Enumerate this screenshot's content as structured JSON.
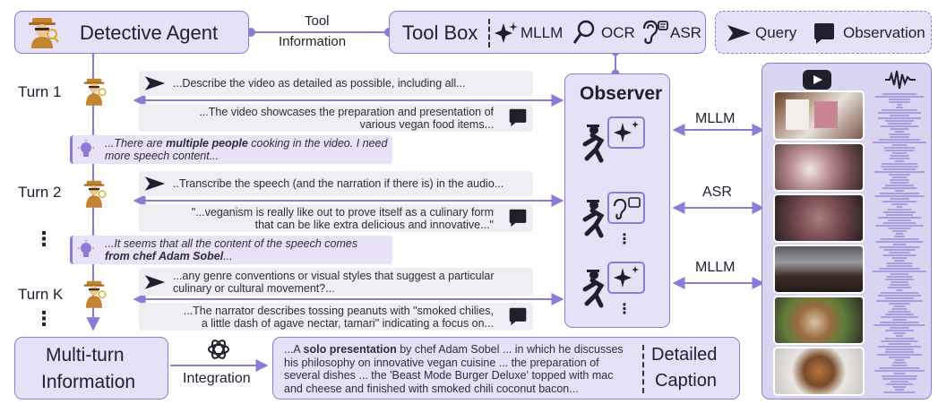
{
  "agent": {
    "label": "Detective Agent"
  },
  "tool_link": {
    "label_line1": "Tool",
    "label_line2": "Information"
  },
  "toolbox": {
    "label": "Tool Box",
    "tools": [
      "MLLM",
      "OCR",
      "ASR"
    ]
  },
  "legend": {
    "query": "Query",
    "observation": "Observation"
  },
  "turns": {
    "turn1": "Turn 1",
    "turn2": "Turn 2",
    "turnk": "Turn K",
    "ellipsis": "⋮"
  },
  "dialog": {
    "q1": "...Describe the video as detailed as possible, including all...",
    "o1_line1": "...The video showcases the preparation and presentation of",
    "o1_line2": "various vegan food items...",
    "th1_pre": "...There are ",
    "th1_bold": "multiple people",
    "th1_post": " cooking in the video. I need",
    "th1_line2": "more speech content...",
    "q2": "..Transcribe the speech (and the narration if there is) in the audio...",
    "o2_line1": "\"...veganism is really like out to prove itself as a culinary form",
    "o2_line2": "that can be like extra delicious and innovative...\"",
    "th2_line1": "...It seems that all the content of the speech comes",
    "th2_bold": "from chef Adam Sobel",
    "th2_post": "...",
    "qk_line1": "...any genre conventions or visual styles that suggest a particular",
    "qk_line2": "culinary or cultural movement?...",
    "ok_line1": "...The narrator describes tossing peanuts with \"smoked chilies,",
    "ok_line2": "a little dash of agave nectar, tamari\" indicating a focus on..."
  },
  "observer": {
    "label": "Observer",
    "links": [
      "MLLM",
      "ASR",
      "MLLM"
    ]
  },
  "multi_turn": {
    "line1": "Multi-turn",
    "line2": "Information"
  },
  "integration": {
    "label": "Integration"
  },
  "caption": {
    "l1_pre": "...A ",
    "l1_bold": "solo presentation",
    "l1_post": " by chef Adam Sobel ... in which he discusses",
    "l2": "his philosophy on innovative vegan cuisine ... the preparation of",
    "l3": "several dishes ... the 'Beast Mode Burger Deluxe' topped with mac",
    "l4": "and cheese and finished with smoked chili coconut bacon...",
    "title_line1": "Detailed",
    "title_line2": "Caption"
  },
  "colors": {
    "accent": "#8e7bd8",
    "box_fill": "#e5e2f7",
    "bar_fill": "#eeeef4",
    "thought_fill": "#e9e2f8"
  }
}
